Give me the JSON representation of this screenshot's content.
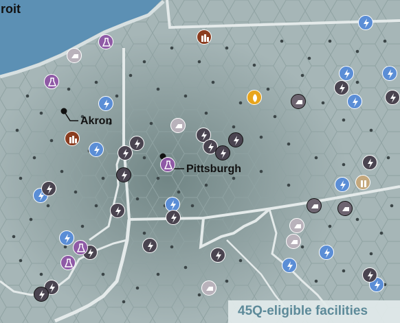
{
  "labels": {
    "top_left": "roit",
    "akron": "Akron",
    "pittsburgh": "Pittsburgh",
    "legend_title": "45Q-eligible facilities"
  },
  "colors": {
    "water": "#5c90b4",
    "land": "#a6b6b7",
    "hex_dark": "#6f8584",
    "border": "#e4eaea",
    "dot": "#3b4547",
    "power": "#5b8ed6",
    "gas": "#4a4450",
    "chemical": "#8f5aa6",
    "refinery": "#8a3c1f",
    "ethanol": "#e8a51d",
    "cement": "#6d6470",
    "legend_text": "#5d8a99"
  },
  "icons": {
    "power_plant": "lightning-icon",
    "gas_plant": "lightning-icon",
    "chemical": "flask-icon",
    "refinery": "refinery-icon",
    "ethanol": "leaf-icon",
    "cement": "kiln-icon"
  }
}
